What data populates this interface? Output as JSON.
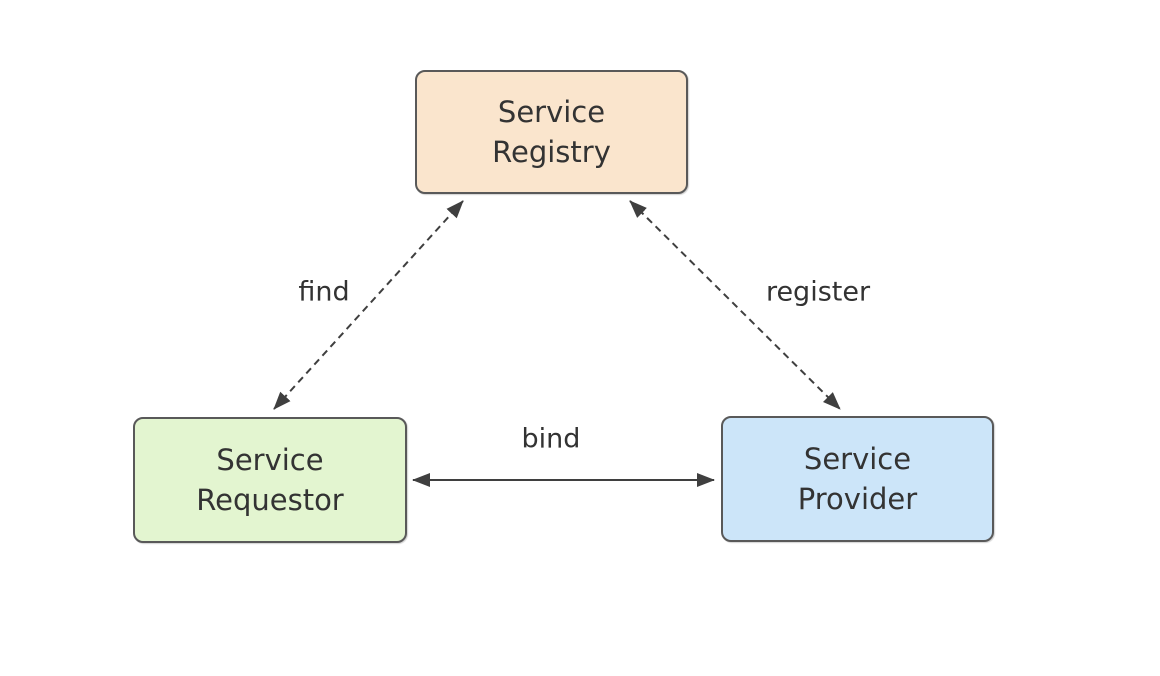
{
  "diagram": {
    "title": "Service Oriented Architecture find-bind-register triangle",
    "background_color": "#ffffff",
    "edge_color": "#3f3f3f",
    "node_border_color": "#595959",
    "text_color": "#333333",
    "nodes": [
      {
        "id": "service-registry",
        "line1": "Service",
        "line2": "Registry",
        "fill": "#FAE5CD"
      },
      {
        "id": "service-requestor",
        "line1": "Service",
        "line2": "Requestor",
        "fill": "#E3F5D0"
      },
      {
        "id": "service-provider",
        "line1": "Service",
        "line2": "Provider",
        "fill": "#CCE5F9"
      }
    ],
    "edges": [
      {
        "id": "find",
        "label": "find",
        "from": "service-requestor",
        "to": "service-registry",
        "style": "dashed",
        "direction": "bidirectional"
      },
      {
        "id": "register",
        "label": "register",
        "from": "service-provider",
        "to": "service-registry",
        "style": "dashed",
        "direction": "bidirectional"
      },
      {
        "id": "bind",
        "label": "bind",
        "from": "service-requestor",
        "to": "service-provider",
        "style": "solid",
        "direction": "bidirectional"
      }
    ]
  }
}
